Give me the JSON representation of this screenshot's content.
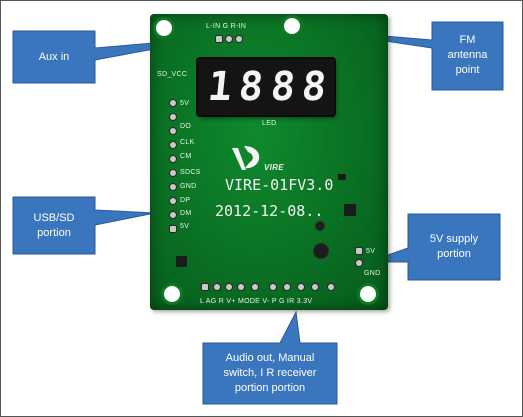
{
  "callouts": {
    "aux_in": "Aux in",
    "fm_antenna": "FM\nantenna\npoint",
    "usb_sd": "USB/SD\nportion",
    "supply_5v": "5V supply\nportion",
    "audio_out": "Audio out, Manual\nswitch, I R receiver\nportion portion"
  },
  "board": {
    "display_digits": [
      "1",
      "8",
      "8",
      "8"
    ],
    "silk_top": "L-IN G R-IN",
    "silk_sdvcc": "SD_VCC",
    "silk_led": "LED",
    "silk_left_pins": [
      "5V",
      "DO",
      "CLK",
      "CM",
      "SDCS",
      "GND",
      "DP",
      "DM",
      "5V"
    ],
    "silk_5v": "5V",
    "silk_gnd": "GND",
    "silk_bottom": "L AG R V+ MODE V- P G IR 3.3V",
    "brand": "VIRE",
    "model": "VIRE-01FV3.0",
    "date": "2012-12-08.."
  },
  "colors": {
    "callout_fill": "#3a76bd",
    "callout_stroke": "#2a5a99",
    "pcb_green": "#0a7023"
  }
}
